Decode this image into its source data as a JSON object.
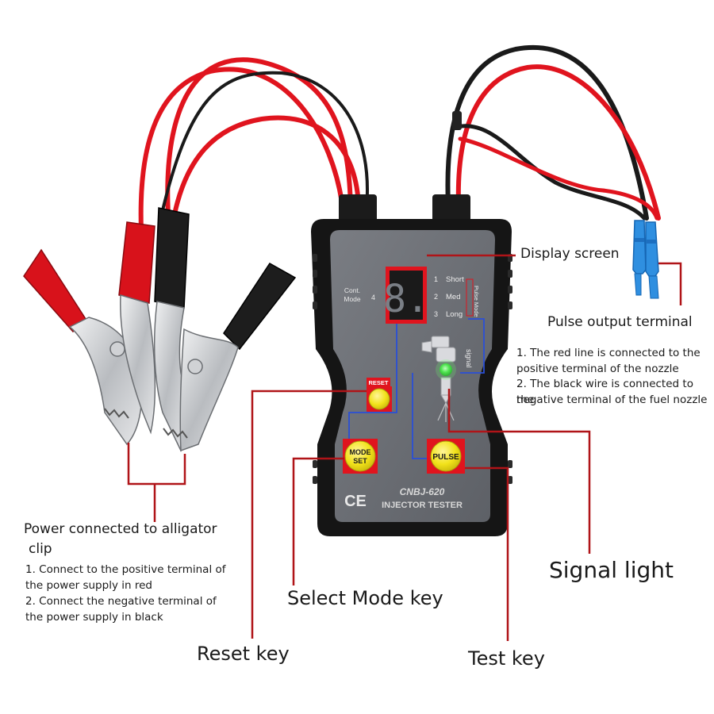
{
  "device": {
    "model": "CNBJ-620",
    "name": "INJECTOR TESTER",
    "ce_mark": "CE",
    "panel": {
      "cont_mode_line1": "Cont.",
      "cont_mode_line2": "Mode",
      "cont_mode_value": "4",
      "display_digit": "8.",
      "pulse_modes": [
        {
          "num": "1",
          "label": "Short"
        },
        {
          "num": "2",
          "label": "Med"
        },
        {
          "num": "3",
          "label": "Long"
        }
      ],
      "pulse_mode_vertical": "Pulse Mode",
      "signal_vertical": "signal",
      "reset_label": "RESET",
      "mode_set_line1": "MODE",
      "mode_set_line2": "SET",
      "pulse_button": "PULSE"
    }
  },
  "annotations": {
    "display_screen": "Display screen",
    "pulse_output_terminal": "Pulse output terminal",
    "pulse_output_note1a": "1. The red line is connected to the",
    "pulse_output_note1b": "positive terminal of the nozzle",
    "pulse_output_note2a": "2. The black wire is connected to the",
    "pulse_output_note2b": "negative terminal of the fuel nozzle",
    "power_title_a": "Power connected to alligator",
    "power_title_b": "clip",
    "power_note1a": "1. Connect to the positive terminal of",
    "power_note1b": "the power supply in red",
    "power_note2a": "2. Connect the negative terminal of",
    "power_note2b": "the power supply in black",
    "signal_light": "Signal light",
    "select_mode_key": "Select Mode key",
    "reset_key": "Reset key",
    "test_key": "Test key"
  },
  "colors": {
    "wire_red": "#e0141e",
    "wire_black": "#1a1a1a",
    "callout_red": "#b01418",
    "panel_gray": "#6e7177",
    "button_yellow": "#f2e21a",
    "signal_green": "#49e04a",
    "terminal_blue": "#2f8fe0"
  }
}
